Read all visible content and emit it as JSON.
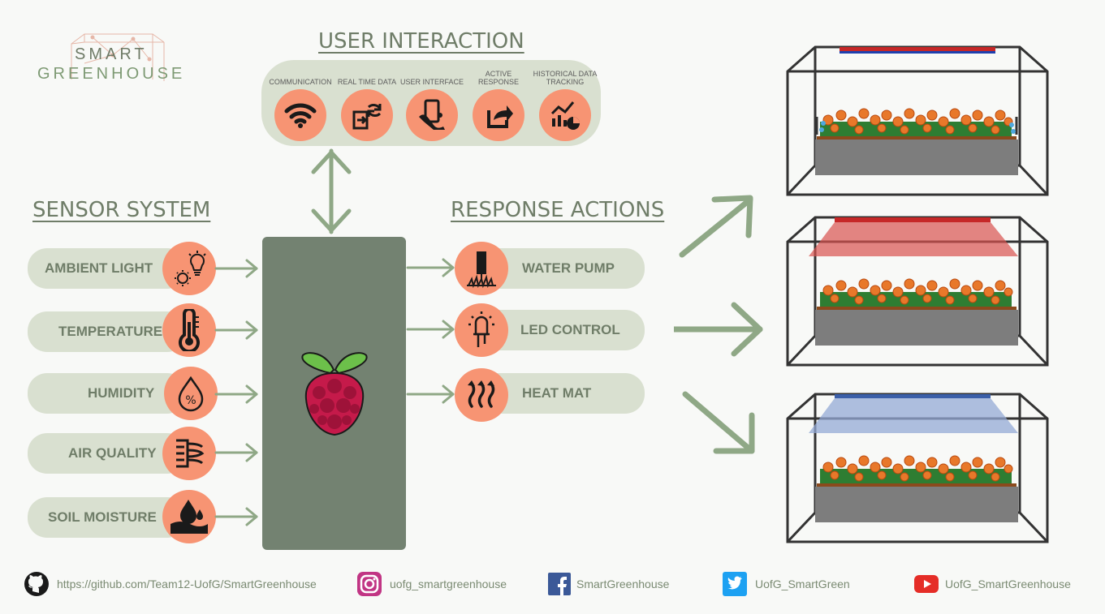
{
  "logo": {
    "line1": "SMART",
    "line2": "GREENHOUSE"
  },
  "user_interaction": {
    "title": "USER INTERACTION",
    "items": [
      {
        "label": "COMMUNICATION",
        "icon": "wifi-icon"
      },
      {
        "label": "REAL TIME DATA",
        "icon": "refresh-data-icon"
      },
      {
        "label": "USER INTERFACE",
        "icon": "phone-touch-icon"
      },
      {
        "label": "ACTIVE RESPONSE",
        "icon": "share-response-icon"
      },
      {
        "label": "HISTORICAL DATA TRACKING",
        "icon": "chart-analytics-icon"
      }
    ]
  },
  "sensor_system": {
    "title": "SENSOR SYSTEM",
    "items": [
      {
        "label": "AMBIENT LIGHT",
        "icon": "light-sun-icon"
      },
      {
        "label": "TEMPERATURE",
        "icon": "thermometer-icon"
      },
      {
        "label": "HUMIDITY",
        "icon": "humidity-drop-icon",
        "glyph": "%"
      },
      {
        "label": "AIR QUALITY",
        "icon": "air-quality-icon"
      },
      {
        "label": "SOIL MOISTURE",
        "icon": "soil-moisture-icon"
      }
    ]
  },
  "response_actions": {
    "title": "RESPONSE ACTIONS",
    "items": [
      {
        "label": "WATER PUMP",
        "icon": "water-pump-icon"
      },
      {
        "label": "LED CONTROL",
        "icon": "led-icon"
      },
      {
        "label": "HEAT MAT",
        "icon": "heat-mat-icon"
      }
    ]
  },
  "colors": {
    "accent": "#f79473",
    "pill": "#d9e0d0",
    "board": "#738271",
    "arrow": "#8fa886",
    "text": "#6f7d68"
  },
  "footer": {
    "github": "https://github.com/Team12-UofG/SmartGreenhouse",
    "instagram": "uofg_smartgreenhouse",
    "facebook": "SmartGreenhouse",
    "twitter": "UofG_SmartGreen",
    "youtube": "UofG_SmartGreenhouse"
  }
}
